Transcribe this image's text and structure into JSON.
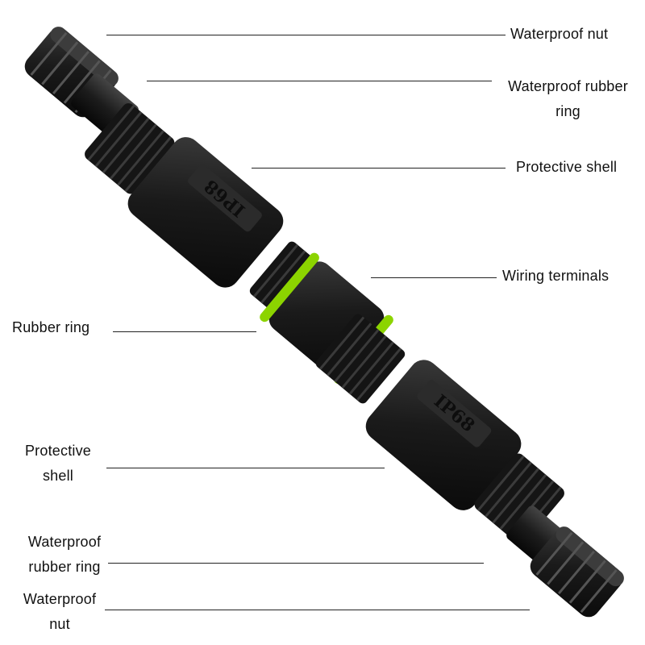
{
  "labels": {
    "right_nut": "Waterproof nut",
    "right_rubber_ring_line1": "Waterproof rubber",
    "right_rubber_ring_line2": "ring",
    "right_shell": "Protective shell",
    "wiring_terminals": "Wiring terminals",
    "rubber_ring": "Rubber ring",
    "left_shell_line1": "Protective",
    "left_shell_line2": "shell",
    "left_rubber_ring_line1": "Waterproof",
    "left_rubber_ring_line2": "rubber ring",
    "left_nut_line1": "Waterproof",
    "left_nut_line2": "nut"
  },
  "shell_marking": "IP68",
  "colors": {
    "connector_body": "#1c1c1c",
    "rubber_ring": "#8cd400",
    "leader_line": "#222222",
    "text": "#111111"
  }
}
